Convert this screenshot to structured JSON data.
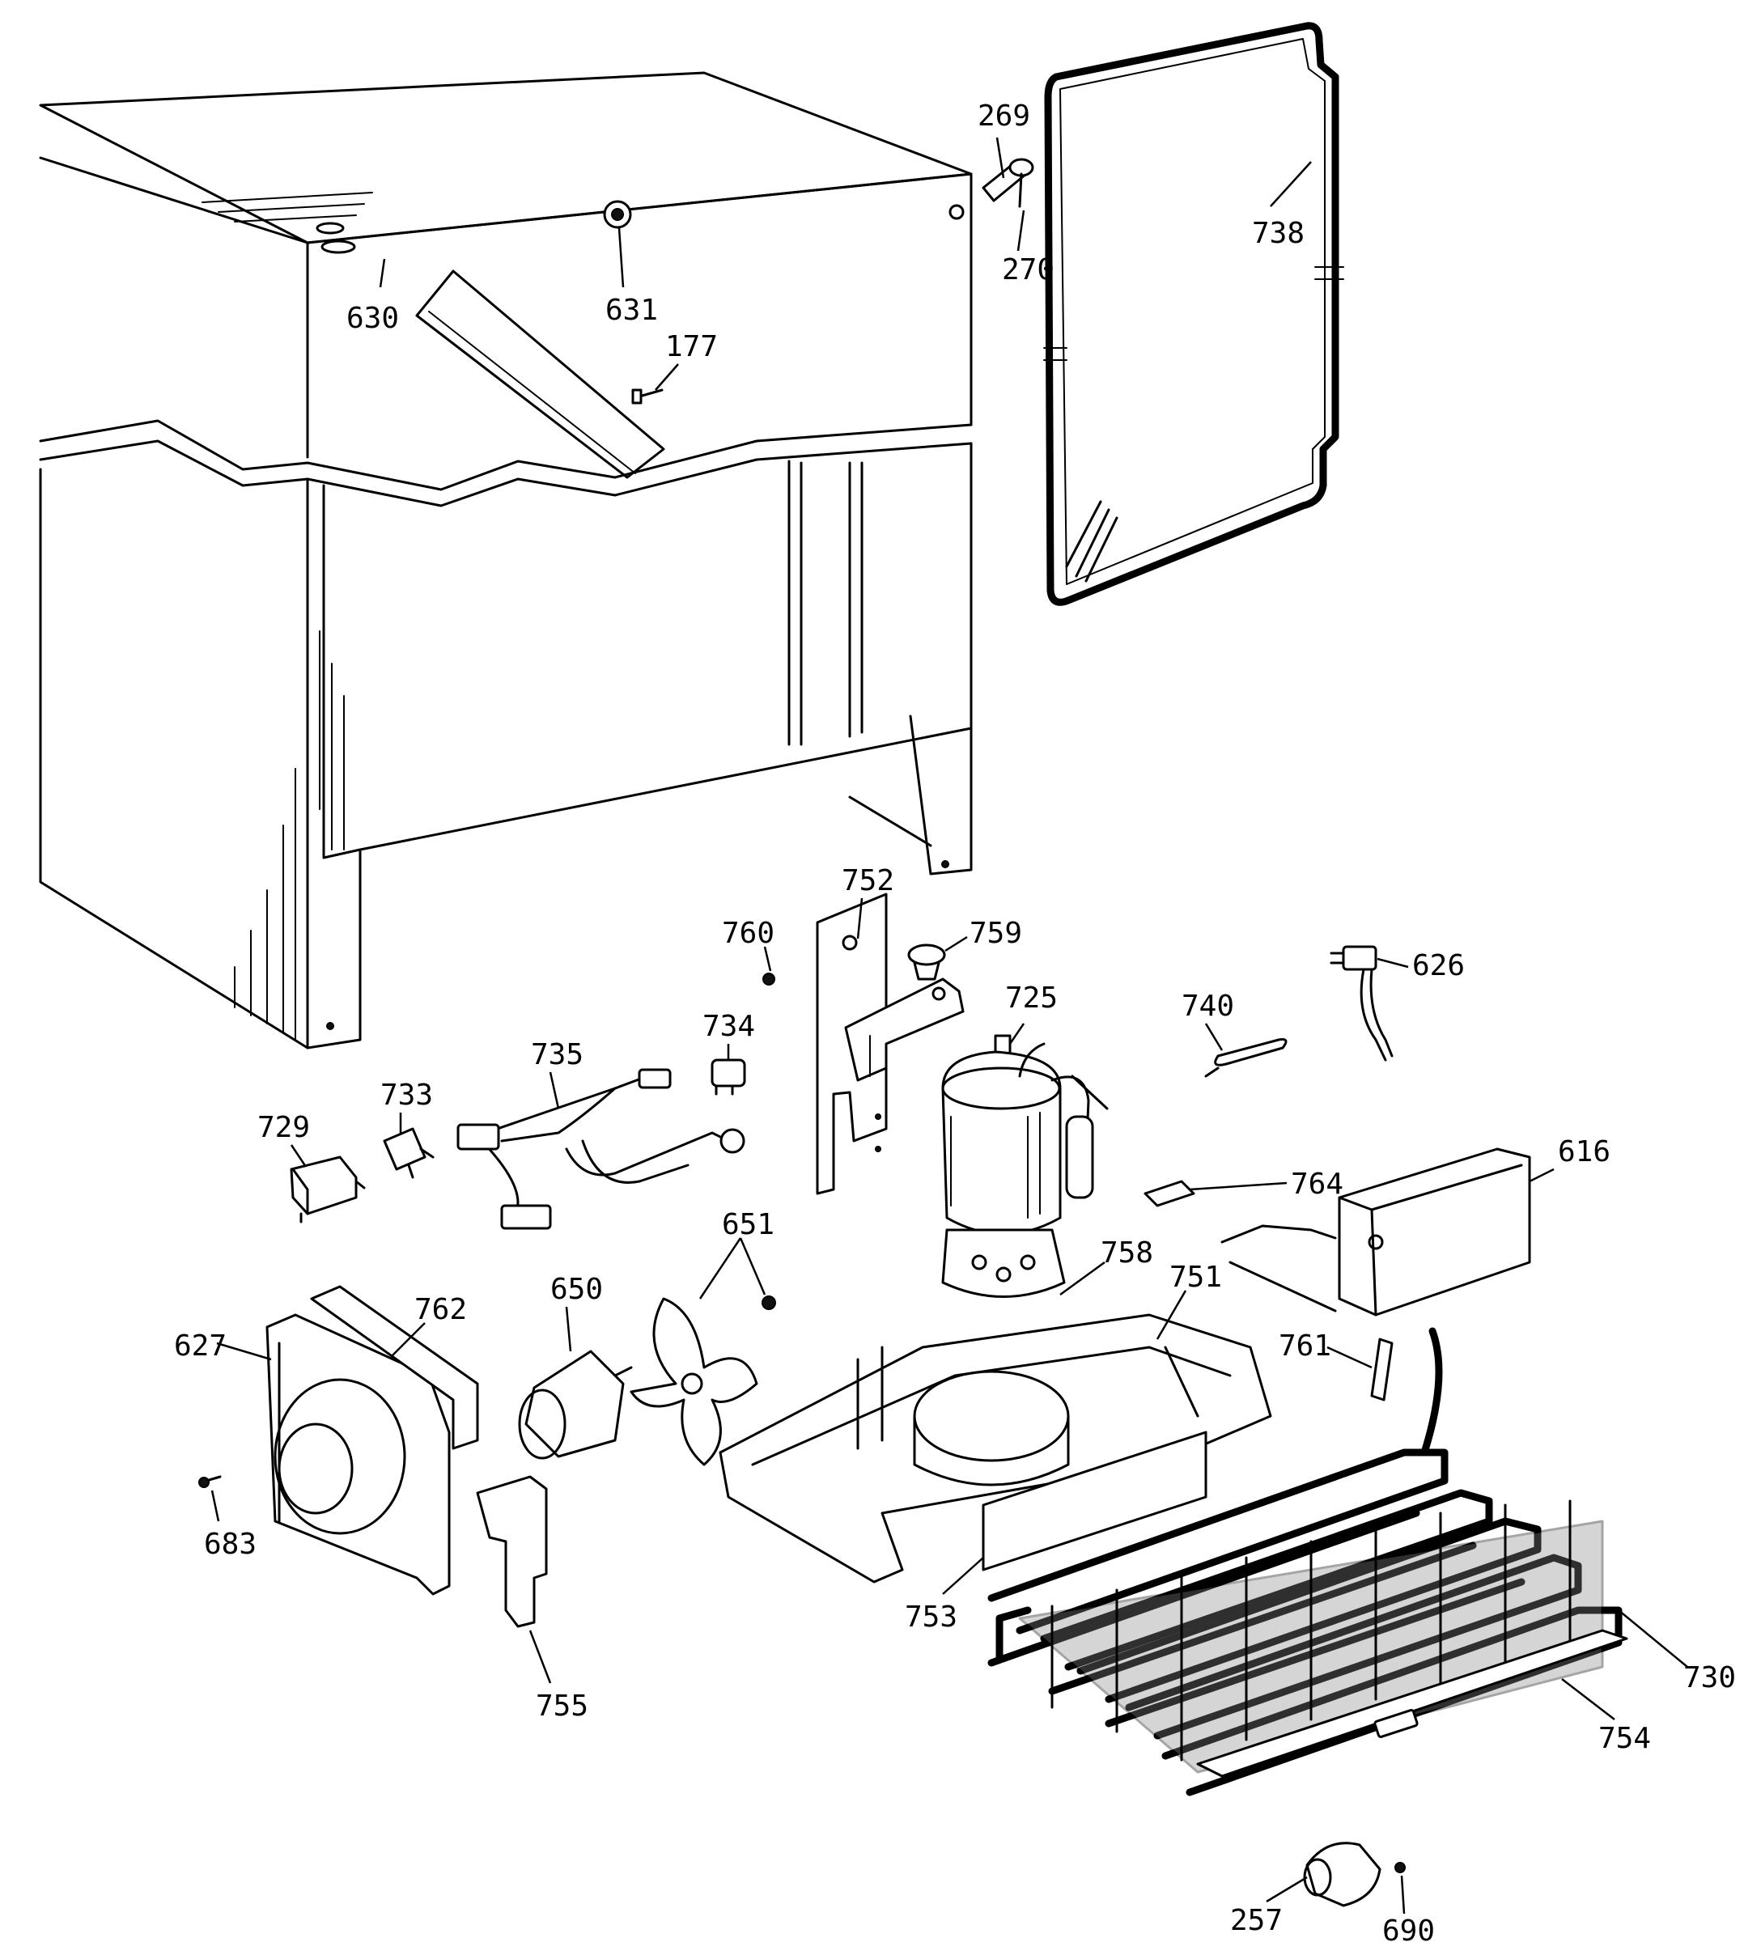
{
  "parts": [
    {
      "id": "p269",
      "label": "269"
    },
    {
      "id": "p270",
      "label": "270"
    },
    {
      "id": "p738",
      "label": "738"
    },
    {
      "id": "p630",
      "label": "630"
    },
    {
      "id": "p631",
      "label": "631"
    },
    {
      "id": "p177",
      "label": "177"
    },
    {
      "id": "p752",
      "label": "752"
    },
    {
      "id": "p760",
      "label": "760"
    },
    {
      "id": "p759",
      "label": "759"
    },
    {
      "id": "p725",
      "label": "725"
    },
    {
      "id": "p740",
      "label": "740"
    },
    {
      "id": "p626",
      "label": "626"
    },
    {
      "id": "p734",
      "label": "734"
    },
    {
      "id": "p735",
      "label": "735"
    },
    {
      "id": "p733",
      "label": "733"
    },
    {
      "id": "p729",
      "label": "729"
    },
    {
      "id": "p764",
      "label": "764"
    },
    {
      "id": "p616",
      "label": "616"
    },
    {
      "id": "p651",
      "label": "651"
    },
    {
      "id": "p758",
      "label": "758"
    },
    {
      "id": "p650",
      "label": "650"
    },
    {
      "id": "p627",
      "label": "627"
    },
    {
      "id": "p762",
      "label": "762"
    },
    {
      "id": "p751",
      "label": "751"
    },
    {
      "id": "p761",
      "label": "761"
    },
    {
      "id": "p683",
      "label": "683"
    },
    {
      "id": "p753",
      "label": "753"
    },
    {
      "id": "p755",
      "label": "755"
    },
    {
      "id": "p730",
      "label": "730"
    },
    {
      "id": "p754",
      "label": "754"
    },
    {
      "id": "p257",
      "label": "257"
    },
    {
      "id": "p690",
      "label": "690"
    }
  ]
}
